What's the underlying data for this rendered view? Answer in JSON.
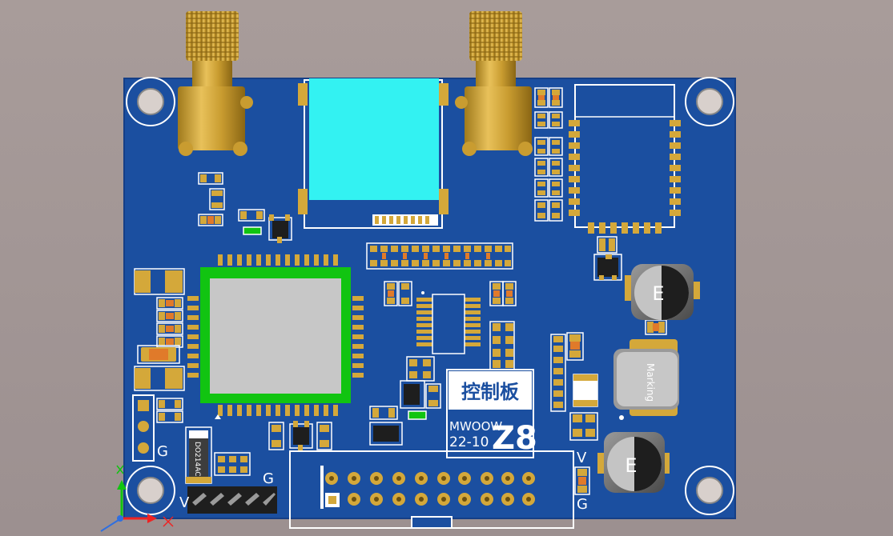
{
  "colors": {
    "background": "#a89c9a",
    "board": "#1b4fa0",
    "board_edge": "#163f86",
    "pad_gold": "#d4a83a",
    "pad_light": "#e8c15a",
    "component_black": "#1e1e1e",
    "silkscreen": "#ffffff",
    "display_cyan": "#33f2f2",
    "chip_gray": "#c7c7c7",
    "chip_outline_green": "#11c411",
    "resistor_orange": "#e07a2a",
    "capacitor_bg": "#6f6f6f"
  },
  "labels": {
    "pin_g_left": "G",
    "pin_g_header": "G",
    "pin_v_left": "V",
    "pin_v_right": "V",
    "pin_g_right": "G",
    "cap_top_marking": "E",
    "cap_bottom_marking": "E",
    "inductor_marking": "Marking",
    "diode_marking": "DO214AC",
    "board_title_cn": "控制板",
    "brand": "MWOOW",
    "date_code": "22-10",
    "model": "Z8"
  },
  "icons": {
    "axis_gizmo": "xyz-axis-icon",
    "mount_hole": "mounting-hole-icon",
    "sma_connector": "sma-connector-icon"
  }
}
